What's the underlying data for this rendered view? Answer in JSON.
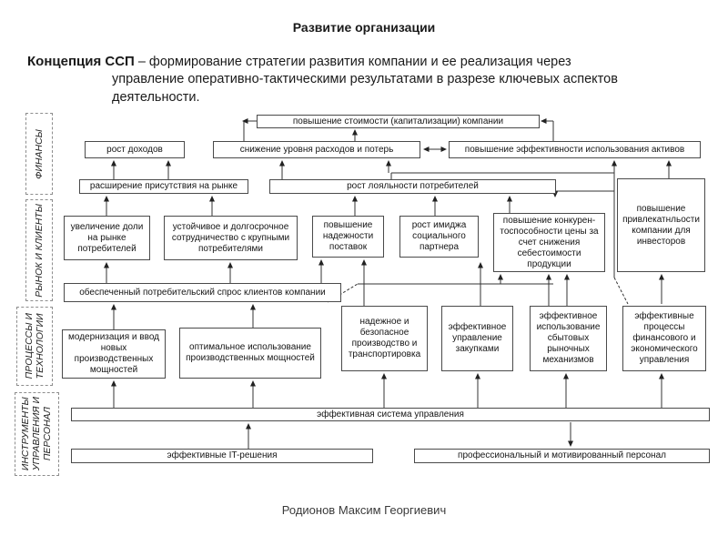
{
  "header": {
    "title": "Развитие организации",
    "lead": "Концепция ССП",
    "body": " – формирование стратегии развития компании и ее реализация через\nуправление оперативно-тактическими результатами в разрезе ключевых аспектов\nдеятельности."
  },
  "footer": {
    "author": "Родионов Максим Георгиевич"
  },
  "colors": {
    "box_border": "#4a4a4a",
    "dashed_bracket": "#8d8d8d",
    "line": "#333333",
    "text": "#151515"
  },
  "diagram": {
    "categories": {
      "c1": "ФИНАНСЫ",
      "c2": "РЫНОК И КЛИЕНТЫ",
      "c3": "ПРОЦЕССЫ И\nТЕХНОЛОГИИ",
      "c4": "ИНСТРУМЕНТЫ\nУПРАВЛЕНИЯ И\nПЕРСОНАЛ"
    },
    "nodes": {
      "b1": "повышение стоимости (капитализации) компании",
      "b2": "рост доходов",
      "b3": "снижение уровня расходов и потерь",
      "b4": "повышение эффективности использования активов",
      "b5": "расширение присутствия на рынке",
      "b6": "рост лояльности потребителей",
      "b7": "увеличение доли на рынке потребителей",
      "b8": "устойчивое и долгосрочное сотрудничество с крупными потребителями",
      "b9": "повышение надежности поставок",
      "b10": "рост имиджа социального партнера",
      "b11": "повышение конкурен-тоспособности цены за счет снижения себестоимости продукции",
      "b12": "повышение привлекатнльости компании для инвесторов",
      "b13": "обеспеченный потребительский спрос клиентов компании",
      "b14": "модернизация и ввод новых производственных мощностей",
      "b15": "оптимальное использование производственных мощностей",
      "b16": "надежное и безопасное производство и транспортировка",
      "b17": "эффективное управление закупками",
      "b18": "эффективное использование сбытовых рыночных механизмов",
      "b19": "эффективные процессы финансового и экономического управления",
      "b20": "эффективная система управления",
      "b21": "эффективные IT-решения",
      "b22": "профессиональный и мотивированный персонал"
    }
  }
}
